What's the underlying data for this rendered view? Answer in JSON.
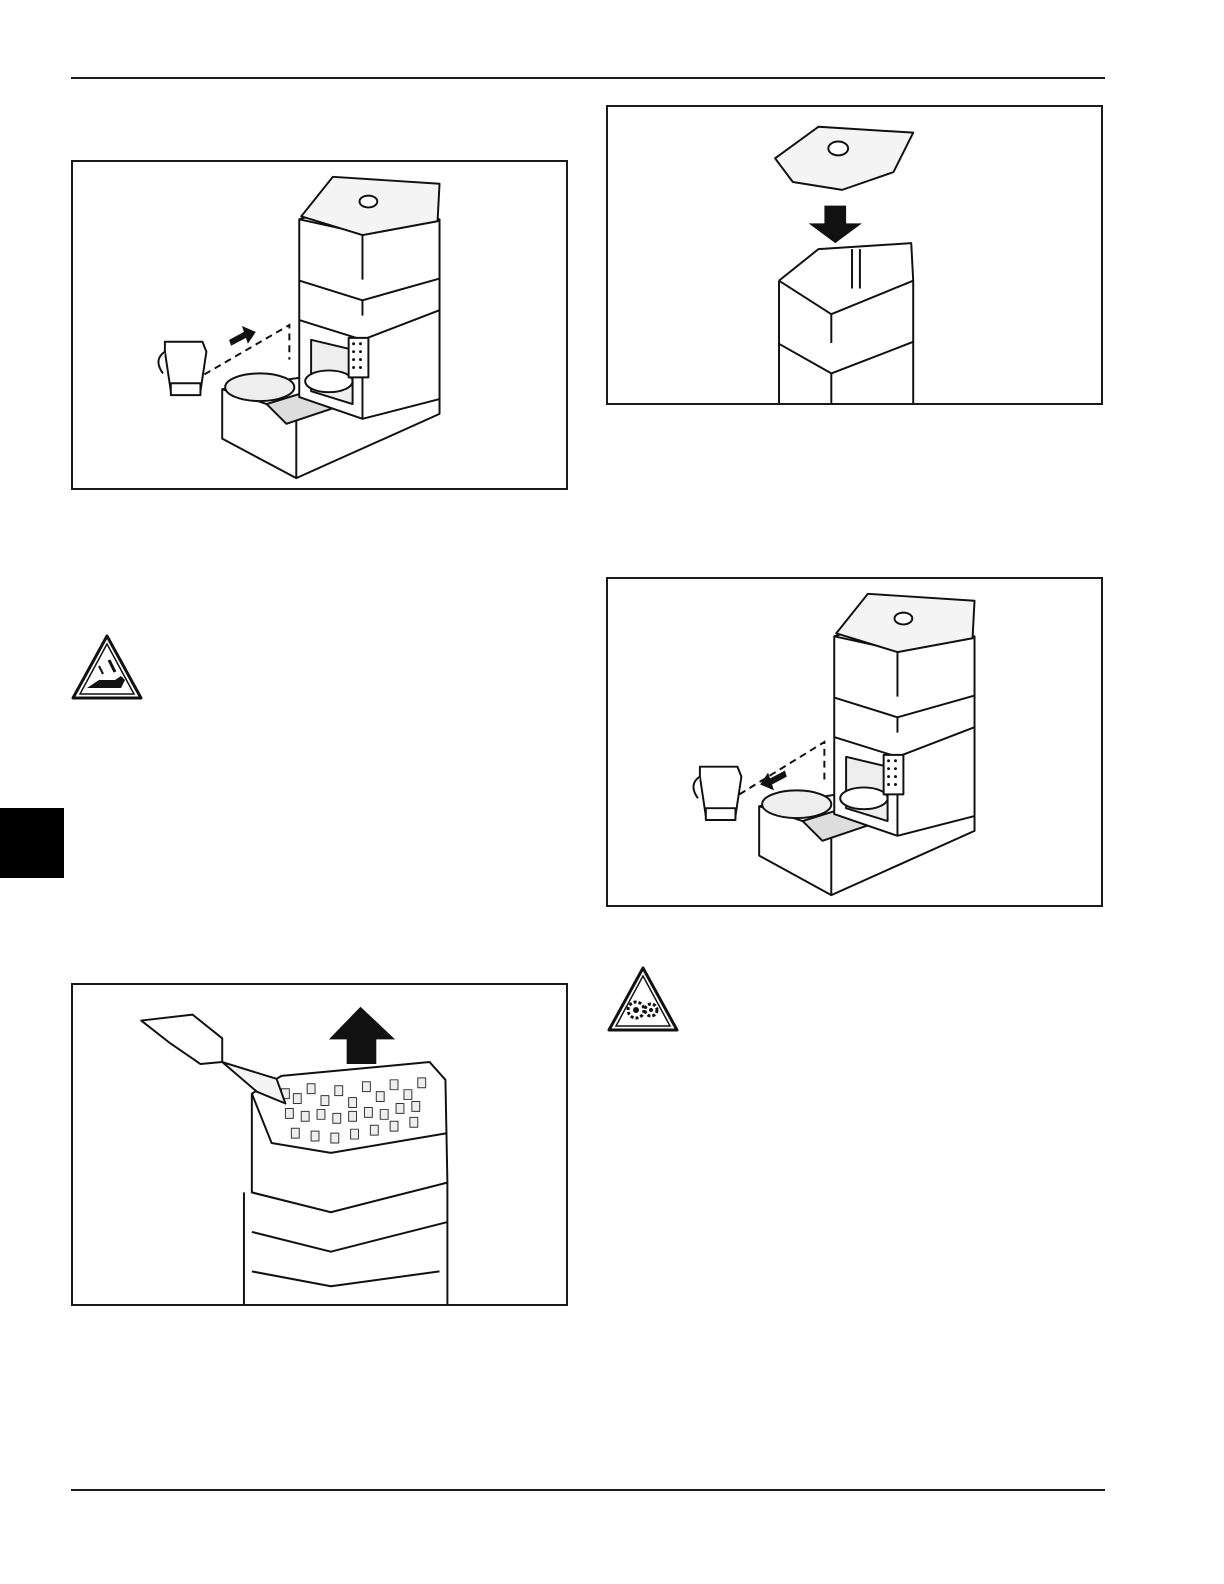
{
  "page": {
    "header_rule": "top",
    "footer_rule": "bottom",
    "section_tab_color": "#000000"
  },
  "figures": [
    {
      "id": "fig-install-pitcher",
      "icon": "dispenser-with-pitcher-inserting"
    },
    {
      "id": "fig-fill-hopper",
      "icon": "scoop-filling-ice-hopper"
    },
    {
      "id": "fig-install-lid",
      "icon": "hopper-lid-installing"
    },
    {
      "id": "fig-remove-pitcher",
      "icon": "dispenser-with-pitcher-removing"
    }
  ],
  "warnings": [
    {
      "id": "warn-hand-crush",
      "icon": "hand-crush-warning-icon"
    },
    {
      "id": "warn-moving-parts",
      "icon": "rotating-gears-warning-icon"
    }
  ]
}
